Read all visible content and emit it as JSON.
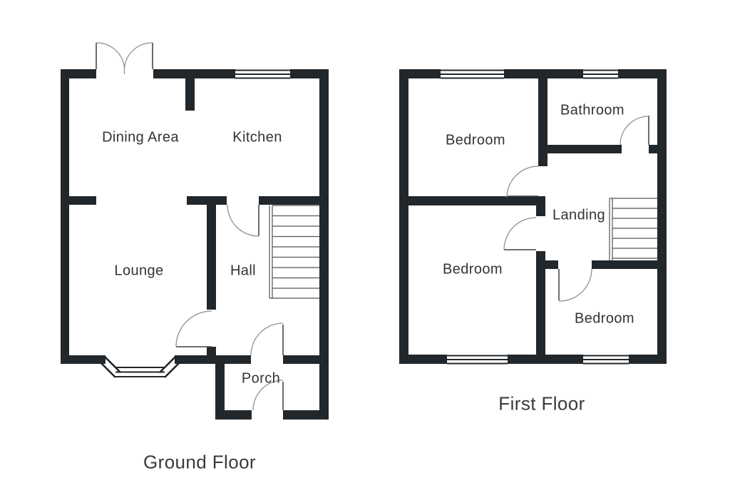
{
  "colors": {
    "background": "#ffffff",
    "wall": "#22272b",
    "window_line": "#22272b",
    "door_arc": "#8f8f8f",
    "door_leaf": "#3d3d3d",
    "stair_line": "#555555",
    "room_text": "#333333",
    "title_text": "#3a3a3a"
  },
  "ground_floor": {
    "title": "Ground Floor",
    "rooms": [
      {
        "label": "Dining Area"
      },
      {
        "label": "Kitchen"
      },
      {
        "label": "Lounge"
      },
      {
        "label": "Hall"
      },
      {
        "label": "Porch"
      }
    ]
  },
  "first_floor": {
    "title": "First Floor",
    "rooms": [
      {
        "label": "Bedroom"
      },
      {
        "label": "Bathroom"
      },
      {
        "label": "Landing"
      },
      {
        "label": "Bedroom"
      },
      {
        "label": "Bedroom"
      }
    ]
  }
}
